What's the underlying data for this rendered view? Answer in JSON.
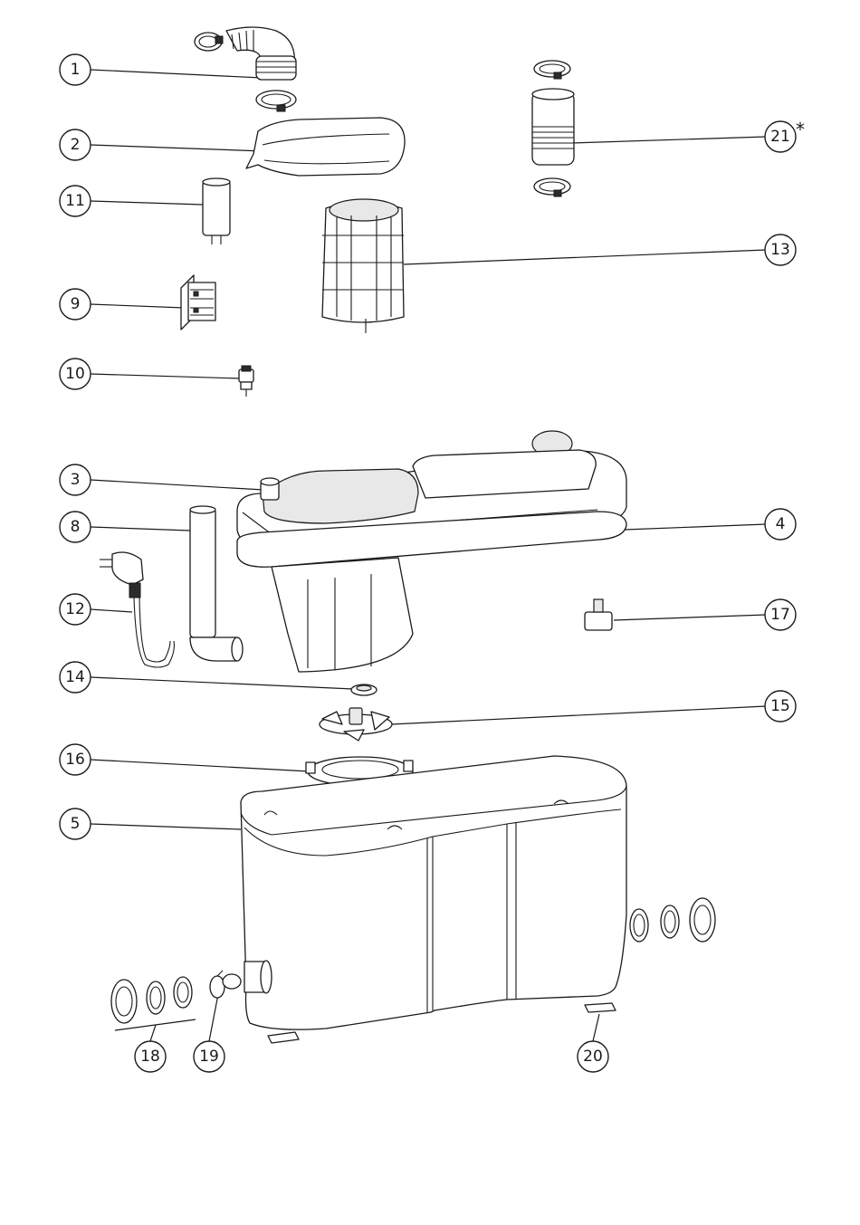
{
  "callouts": [
    {
      "id": "c1",
      "label": "1"
    },
    {
      "id": "c2",
      "label": "2"
    },
    {
      "id": "c11",
      "label": "11"
    },
    {
      "id": "c9",
      "label": "9"
    },
    {
      "id": "c10",
      "label": "10"
    },
    {
      "id": "c3",
      "label": "3"
    },
    {
      "id": "c8",
      "label": "8"
    },
    {
      "id": "c12",
      "label": "12"
    },
    {
      "id": "c14",
      "label": "14"
    },
    {
      "id": "c16",
      "label": "16"
    },
    {
      "id": "c5",
      "label": "5"
    },
    {
      "id": "c18",
      "label": "18"
    },
    {
      "id": "c19",
      "label": "19"
    },
    {
      "id": "c21",
      "label": "21"
    },
    {
      "id": "c13",
      "label": "13"
    },
    {
      "id": "c4",
      "label": "4"
    },
    {
      "id": "c17",
      "label": "17"
    },
    {
      "id": "c15",
      "label": "15"
    },
    {
      "id": "c20",
      "label": "20"
    }
  ],
  "marker_21": "*"
}
